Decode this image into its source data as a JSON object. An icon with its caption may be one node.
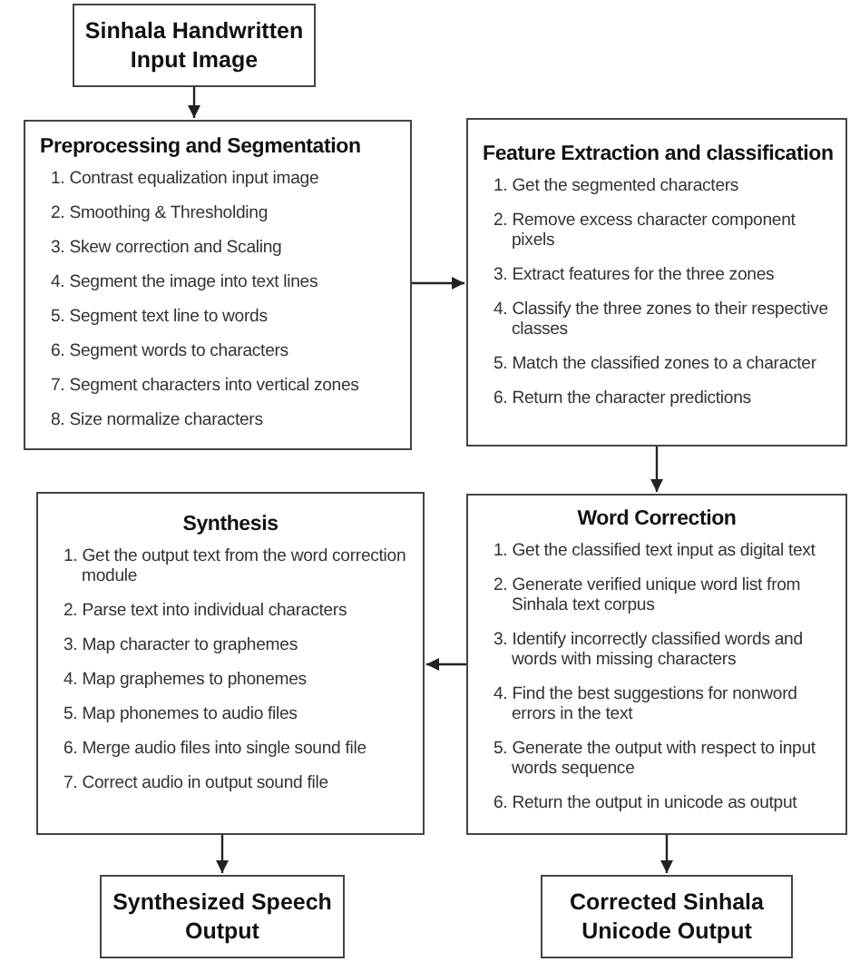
{
  "diagram": {
    "nodes": [
      {
        "text": [
          "Sinhala Handwritten Input Image"
        ]
      },
      {
        "text": [
          "Preprocessing and Segmentation",
          "1. Contrast equalization input image",
          "2. Smoothing & Thresholding",
          "3. Skew correction and Scaling",
          "4. Segment the image into text lines",
          "5. Segment text line to words",
          "6. Segment words to characters",
          "7. Segment characters into vertical zones",
          "8. Size normalize characters"
        ]
      },
      {
        "text": [
          "Feature Extraction and classification",
          "1. Get the segmented characters",
          "2. Remove excess character component pixels",
          "3. Extract features for the three zones",
          "4. Classify the three zones to their respective classes",
          "5. Match the classified zones to a character",
          "6. Return the character predictions"
        ]
      },
      {
        "text": [
          "Word Correction",
          "1. Get the classified text input as digital text",
          "2. Generate verified unique word list from Sinhala text corpus",
          "3. Identify incorrectly classified words and words with missing characters",
          "4. Find the best suggestions for nonword errors in the text",
          "5. Generate the output with respect to input words sequence",
          "6. Return the output in unicode as output"
        ]
      },
      {
        "text": [
          "Synthesis",
          "1. Get the output text from the word correction module",
          "2. Parse text into individual characters",
          "3. Map character to graphemes",
          "4. Map graphemes to phonemes",
          "5. Map phonemes to audio files",
          "6. Merge audio files into single sound file",
          "7. Correct audio in output sound file"
        ]
      },
      {
        "text": [
          "Synthesized Speech Output"
        ]
      },
      {
        "text": [
          "Corrected Sinhala Unicode Output"
        ]
      }
    ],
    "edges": [
      {
        "from": 0,
        "to": 1,
        "arrow": "to"
      },
      {
        "from": 1,
        "to": 2,
        "arrow": "to"
      },
      {
        "from": 2,
        "to": 3,
        "arrow": "to"
      },
      {
        "from": 3,
        "to": 4,
        "arrow": "to"
      },
      {
        "from": 4,
        "to": 5,
        "arrow": "to"
      },
      {
        "from": 3,
        "to": 6,
        "arrow": "to"
      }
    ]
  }
}
